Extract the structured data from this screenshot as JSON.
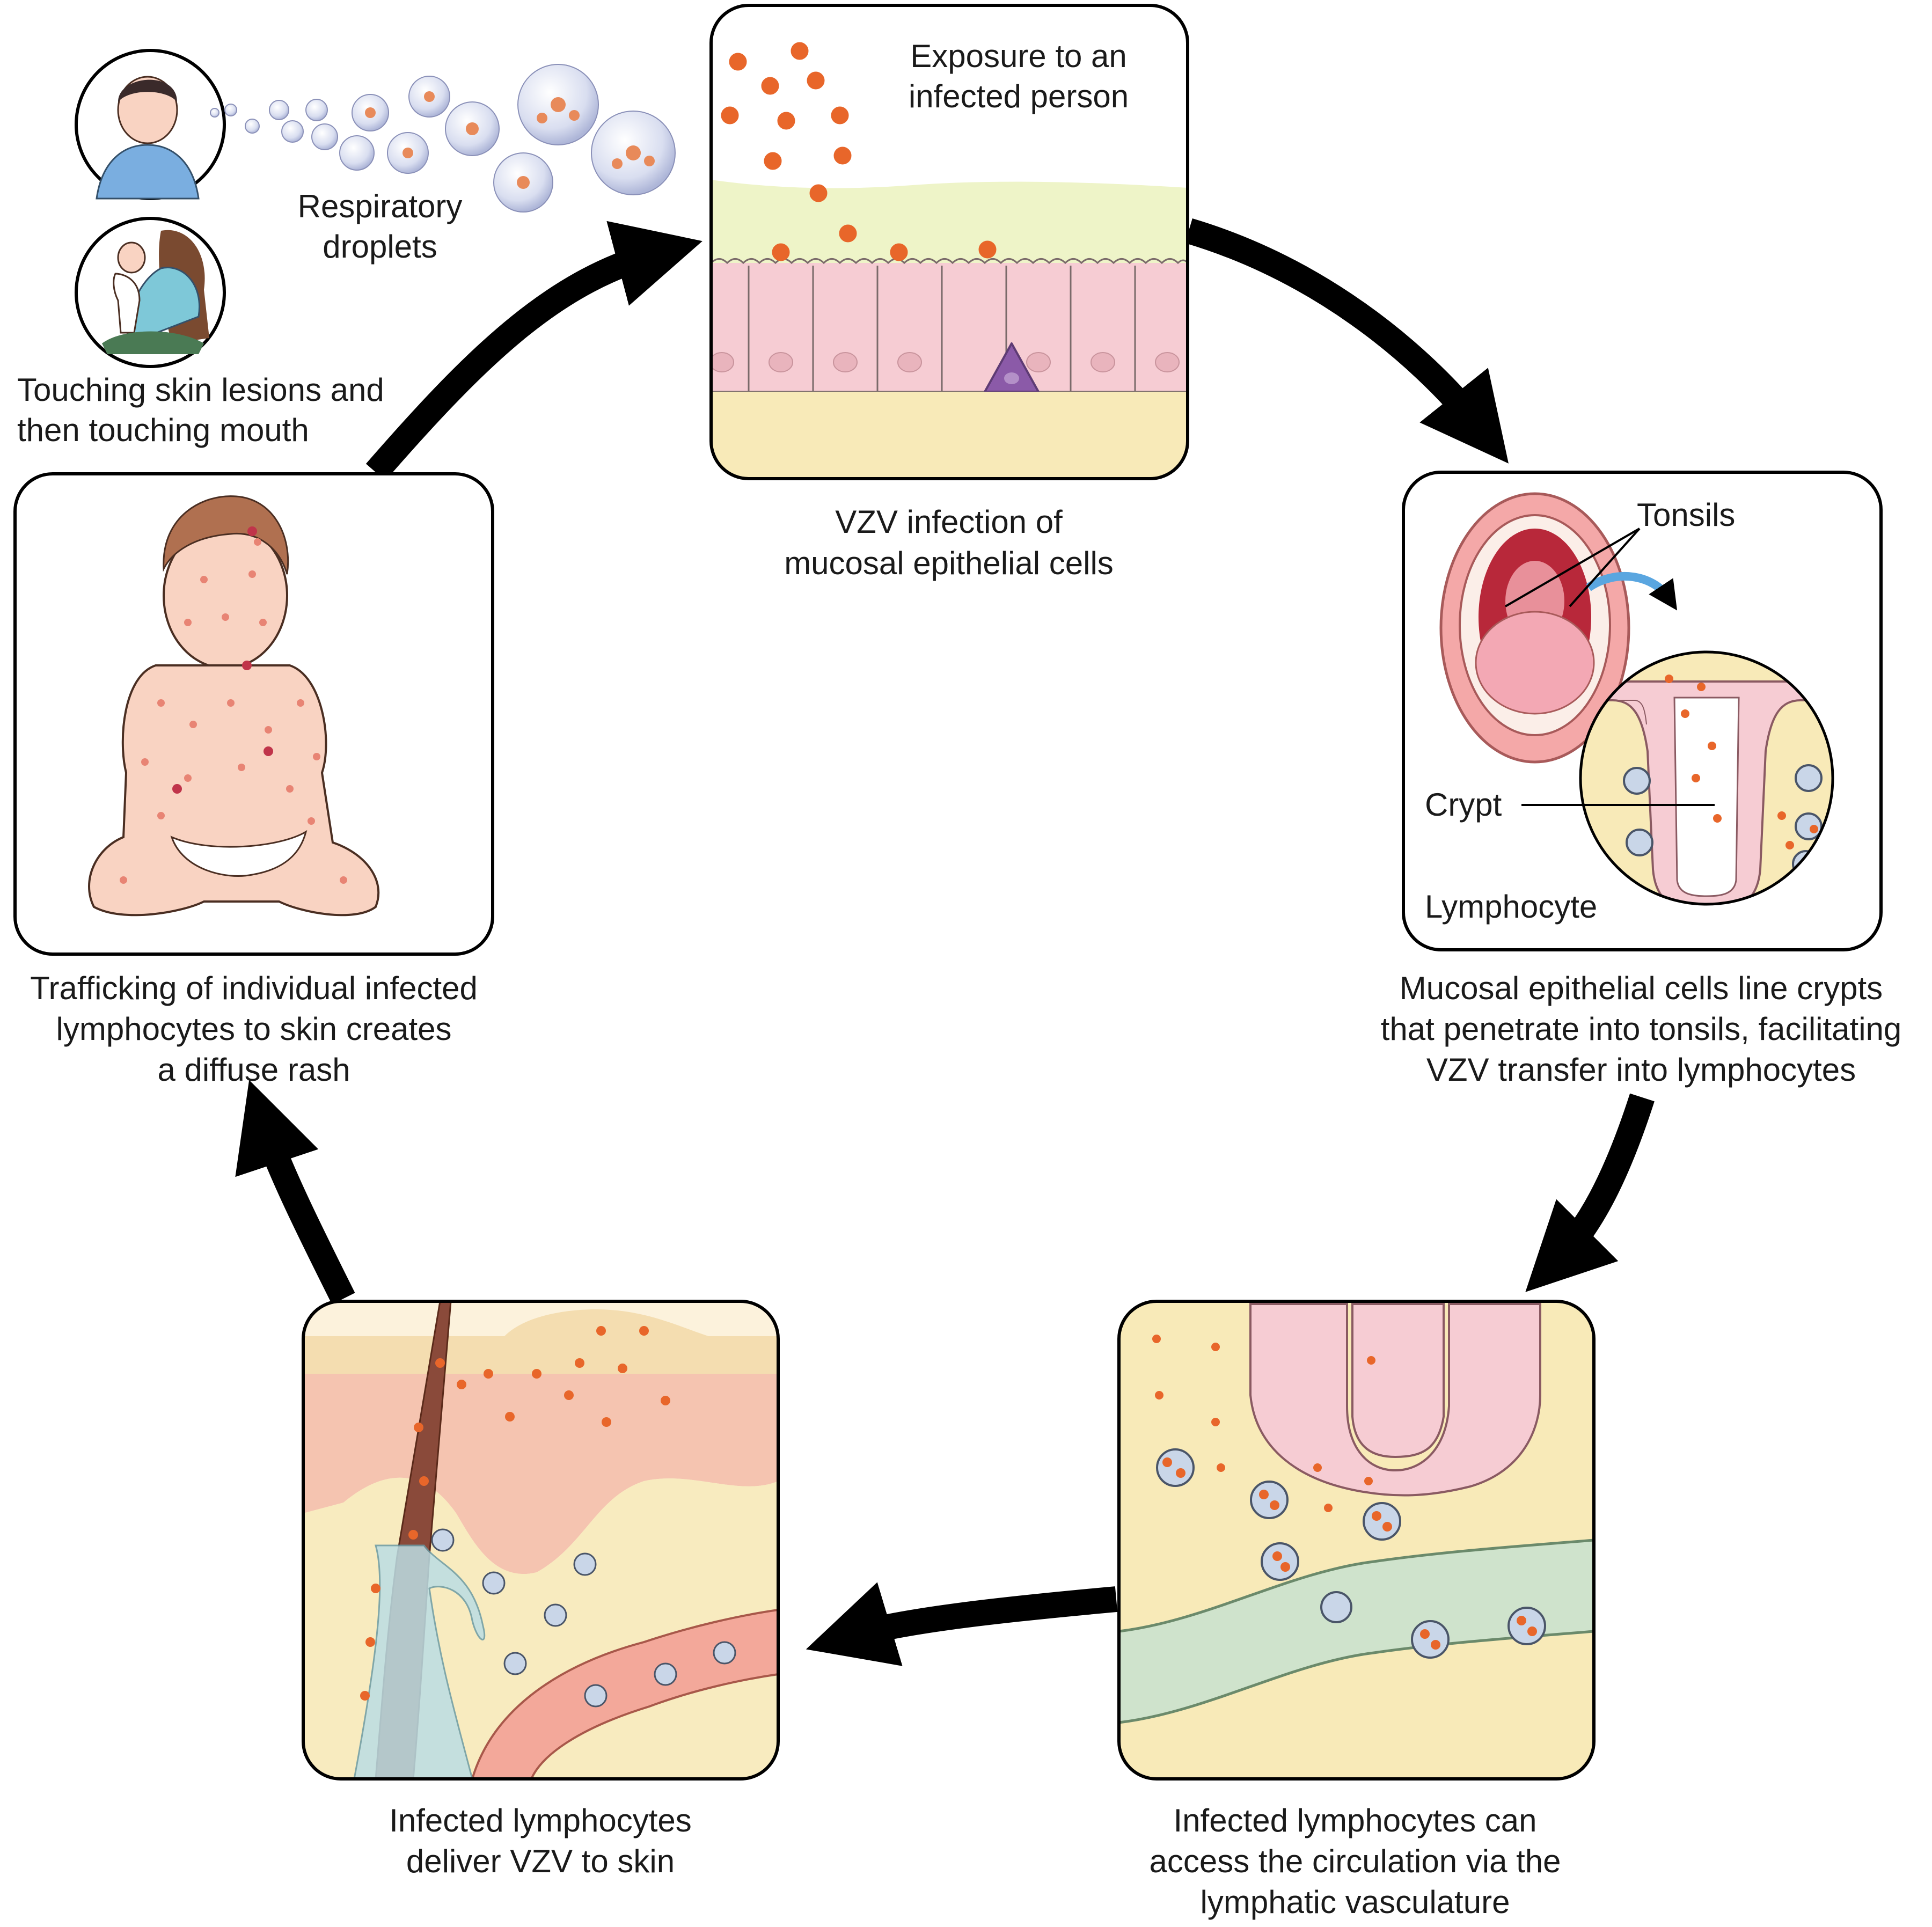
{
  "panels": {
    "mucosa": {
      "label_lines": [
        "Exposure to an",
        "infected person"
      ],
      "caption_lines": [
        "VZV infection of",
        "mucosal epithelial cells"
      ]
    },
    "tonsils": {
      "label_tonsils": "Tonsils",
      "label_crypt": "Crypt",
      "label_lymphocyte": "Lymphocyte",
      "caption_lines": [
        "Mucosal epithelial cells line crypts",
        "that penetrate into tonsils, facilitating",
        "VZV transfer into lymphocytes"
      ]
    },
    "circulation": {
      "caption_lines": [
        "Infected lymphocytes can",
        "access the circulation via the",
        "lymphatic vasculature"
      ]
    },
    "skin": {
      "caption_lines": [
        "Infected lymphocytes",
        "deliver VZV to skin"
      ]
    },
    "rash": {
      "caption_lines": [
        "Trafficking of individual infected",
        "lymphocytes to skin creates",
        "a diffuse rash"
      ]
    }
  },
  "transmission": {
    "respiratory_lines": [
      "Respiratory",
      "droplets"
    ],
    "touch_lines": [
      "Touching skin lesions and",
      "then touching mouth"
    ]
  },
  "colors": {
    "virus": "#e8662a",
    "epithelium": "#f6ccd3",
    "mucus": "#eef4c8",
    "submucosa": "#f8eab8",
    "lymphocyte": "#c9d6e8",
    "vessel": "#cfe3cc",
    "blood_vessel": "#f3a89a",
    "arrow": "#000000"
  }
}
